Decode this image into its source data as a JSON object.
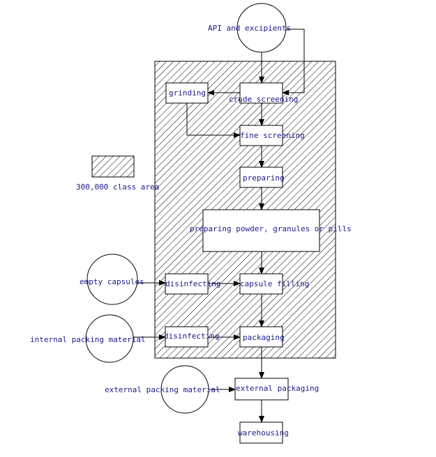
{
  "colors": {
    "text": "#1a1a8c",
    "line": "#000000",
    "background": "#ffffff"
  },
  "legend": {
    "label": "300,000 class area"
  },
  "inputs": {
    "api": "API and excipients",
    "empty_capsules": "empty capsules",
    "internal_packing": "internal packing material",
    "external_packing": "external packing material"
  },
  "steps": {
    "grinding": "grinding",
    "crude_screening": "crude screening",
    "fine_screening": "fine screening",
    "preparing": "preparing",
    "preparing_powder": "preparing powder, granules or pills",
    "disinfecting_1": "disinfecting",
    "capsule_filling": "capsule filling",
    "disinfecting_2": "disinfecting",
    "packaging": "packaging",
    "external_packaging": "external packaging",
    "warehousing": "warehousing"
  }
}
